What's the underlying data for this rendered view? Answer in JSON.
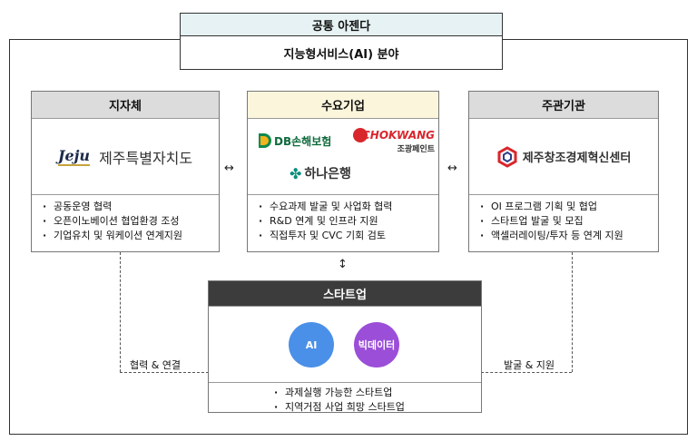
{
  "agenda": {
    "title": "공통 아젠다",
    "subtitle": "지능형서비스(AI) 분야"
  },
  "left_box": {
    "title": "지자체",
    "logo_text": "제주특별자치도",
    "logo_mark": "Jeju",
    "bullets": [
      "공동운영 협력",
      "오픈이노베이션 협업환경 조성",
      "기업유치 및 워케이션 연계지원"
    ]
  },
  "center_box": {
    "title": "수요기업",
    "logo_db": "DB손해보험",
    "logo_chokwang_en": "CHOKWANG",
    "logo_chokwang_kr": "조광페인트",
    "logo_hana": "하나은행",
    "bullets": [
      "수요과제 발굴 및 사업화 협력",
      "R&D 연계 및 인프라 지원",
      "직접투자 및 CVC 기회 검토"
    ]
  },
  "right_box": {
    "title": "주관기관",
    "logo_text": "제주창조경제혁신센터",
    "bullets": [
      "OI 프로그램 기획 및 협업",
      "스타트업 발굴 및 모집",
      "액셀러레이팅/투자 등 연계 지원"
    ]
  },
  "startup_box": {
    "title": "스타트업",
    "circle_ai": "AI",
    "circle_bigdata": "빅데이터",
    "bullets": [
      "과제실행 가능한 스타트업",
      "지역거점 사업 희망 스타트업"
    ]
  },
  "arrows": {
    "left": "↔",
    "right": "↔",
    "down": "↕"
  },
  "edge_labels": {
    "left": "협력 & 연결",
    "right": "발굴 & 지원"
  },
  "colors": {
    "ai_circle": "#4a90e8",
    "bigdata_circle": "#9b4ed8",
    "accent_red": "#d9262c",
    "hana_green": "#0a8f7c"
  }
}
